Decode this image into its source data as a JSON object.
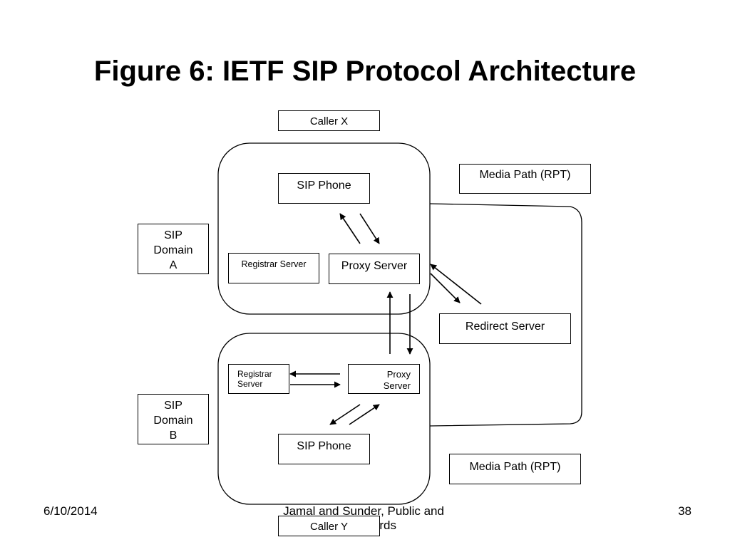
{
  "slide": {
    "title": "Figure 6: IETF SIP Protocol Architecture"
  },
  "diagram": {
    "caller_x": "Caller X",
    "caller_y": "Caller Y",
    "media_path_top": "Media Path (RPT)",
    "media_path_bottom": "Media Path (RPT)",
    "redirect_server": "Redirect Server",
    "domain_a": {
      "label_lines": [
        "SIP",
        "Domain",
        "A"
      ],
      "sip_phone": "SIP Phone",
      "registrar": "Registrar Server",
      "proxy": "Proxy Server"
    },
    "domain_b": {
      "label_lines": [
        "SIP",
        "Domain",
        "B"
      ],
      "sip_phone": "SIP Phone",
      "registrar_lines": [
        "Registrar",
        "Server"
      ],
      "proxy_lines": [
        "Proxy",
        "Server"
      ]
    }
  },
  "footer": {
    "date": "6/10/2014",
    "credit_lines": [
      "Jamal and Sunder, Public and",
      "ndards"
    ],
    "page_number": "38"
  }
}
